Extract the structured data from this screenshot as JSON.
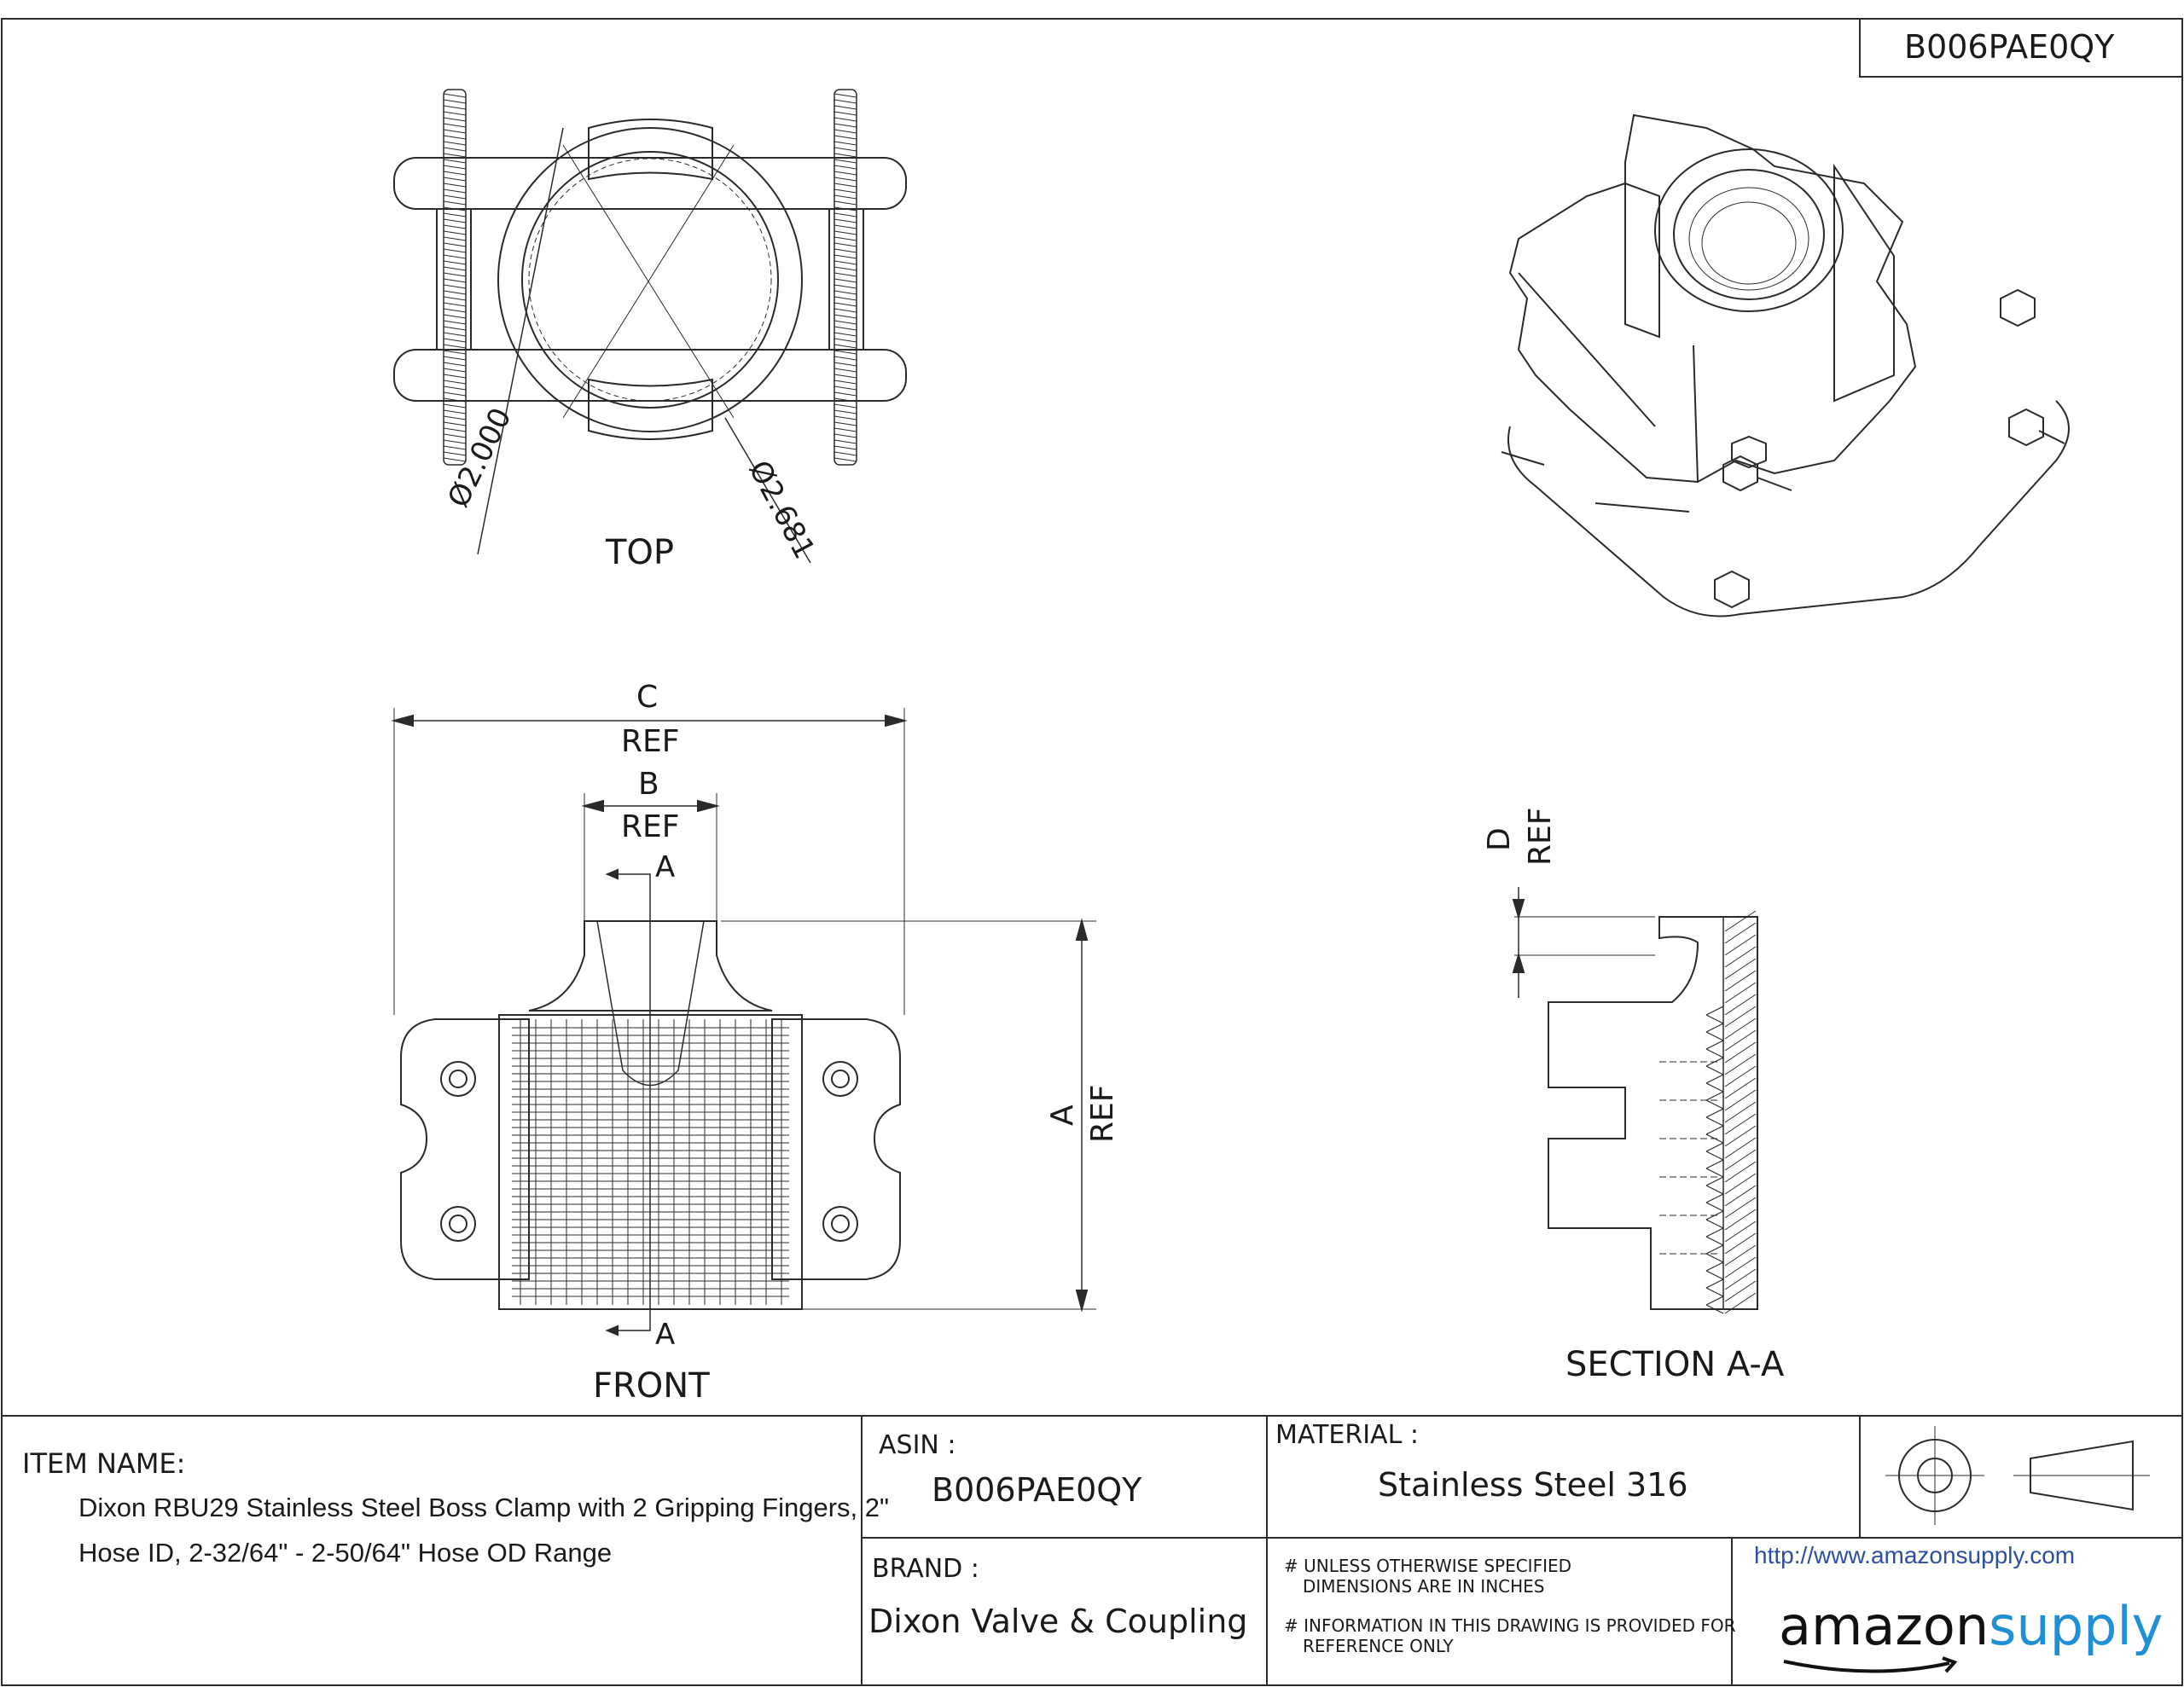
{
  "part_number": "B006PAE0QY",
  "views": {
    "top": "TOP",
    "front": "FRONT",
    "section": "SECTION A-A"
  },
  "dimensions": {
    "dia_inner": "Ø2.000",
    "dia_outer": "Ø2.681",
    "c_label": "C",
    "b_label": "B",
    "a_label": "A",
    "d_label": "D",
    "ref": "REF",
    "section_marker": "A"
  },
  "title_block": {
    "item_name_label": "ITEM NAME:",
    "item_name_line1": "Dixon RBU29 Stainless Steel Boss Clamp with 2 Gripping Fingers, 2\"",
    "item_name_line2": "Hose ID, 2-32/64\" - 2-50/64\" Hose OD Range",
    "asin_label": "ASIN :",
    "asin_value": "B006PAE0QY",
    "material_label": "MATERIAL :",
    "material_value": "Stainless Steel 316",
    "brand_label": "BRAND :",
    "brand_value": "Dixon Valve & Coupling",
    "note1_line1": "# UNLESS OTHERWISE SPECIFIED",
    "note1_line2": "DIMENSIONS ARE IN INCHES",
    "note2_line1": "# INFORMATION IN THIS DRAWING IS PROVIDED FOR",
    "note2_line2": "REFERENCE ONLY",
    "url": "http://www.amazonsupply.com",
    "logo_part1": "amazon",
    "logo_part2": "supply"
  },
  "colors": {
    "line": "#2a2a2a",
    "logo_blue": "#1f8fd6",
    "url_blue": "#2b4fa3"
  }
}
